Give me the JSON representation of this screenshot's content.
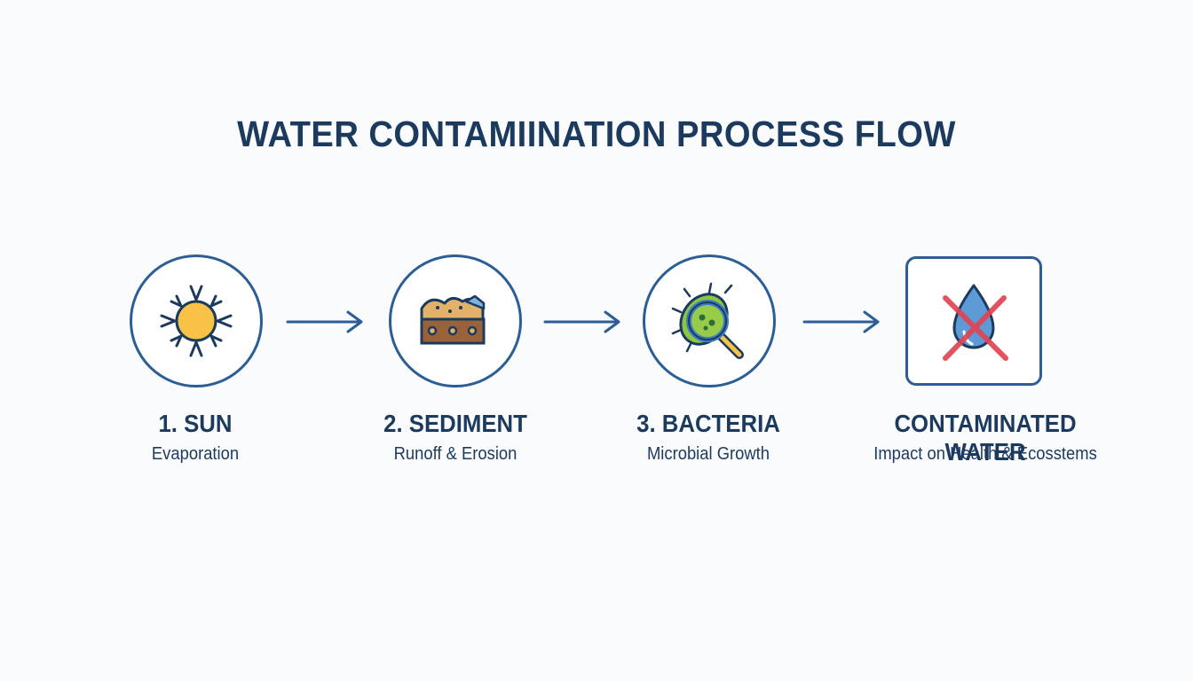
{
  "title": "WATER CONTAMIINATION PROCESS FLOW",
  "steps": [
    {
      "label": "1. SUN",
      "sublabel": "Evaporation",
      "icon": "sun-icon"
    },
    {
      "label": "2. SEDIMENT",
      "sublabel": "Runoff & Erosion",
      "icon": "sediment-icon"
    },
    {
      "label": "3. BACTERIA",
      "sublabel": "Microbial Growth",
      "icon": "bacteria-magnifier-icon"
    },
    {
      "label": "CONTAMINATED WATER",
      "sublabel": "Impact on Health & Ecosstems",
      "icon": "crossed-water-drop-icon"
    }
  ],
  "colors": {
    "primary": "#1c3a5e",
    "frame": "#2b5d97",
    "sun": "#f7c245",
    "sediment": "#e2b268",
    "bacteria": "#8cc642",
    "drop": "#5d9bd6",
    "cross": "#e04552"
  }
}
